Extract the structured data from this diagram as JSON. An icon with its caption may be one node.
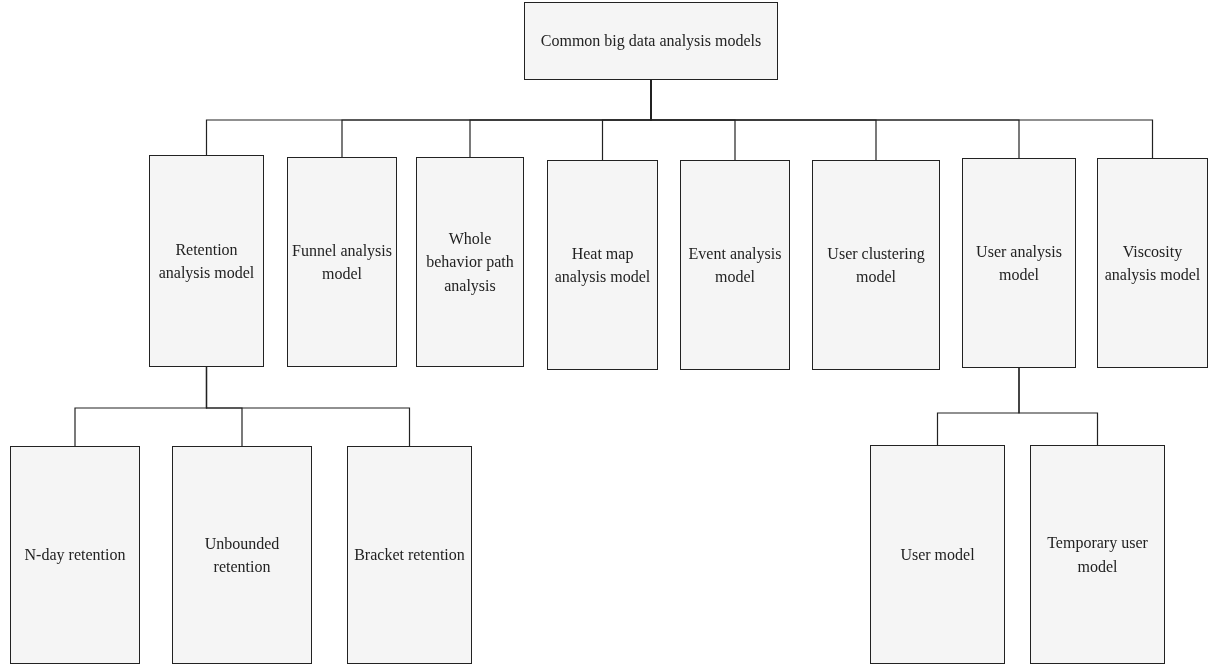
{
  "diagram": {
    "nodes": [
      {
        "text": [
          "Common big data analysis models"
        ]
      },
      {
        "text": [
          "Retention analysis model"
        ]
      },
      {
        "text": [
          "Funnel analysis model"
        ]
      },
      {
        "text": [
          "Whole behavior path analysis"
        ]
      },
      {
        "text": [
          "Heat map analysis model"
        ]
      },
      {
        "text": [
          "Event analysis model"
        ]
      },
      {
        "text": [
          "User clustering model"
        ]
      },
      {
        "text": [
          "User analysis model"
        ]
      },
      {
        "text": [
          "Viscosity analysis model"
        ]
      },
      {
        "text": [
          "N-day retention"
        ]
      },
      {
        "text": [
          "Unbounded retention"
        ]
      },
      {
        "text": [
          "Bracket retention"
        ]
      },
      {
        "text": [
          "User model"
        ]
      },
      {
        "text": [
          "Temporary user model"
        ]
      }
    ],
    "edges": [
      {
        "from": 0,
        "to": 1,
        "arrow": "none"
      },
      {
        "from": 0,
        "to": 2,
        "arrow": "none"
      },
      {
        "from": 0,
        "to": 3,
        "arrow": "none"
      },
      {
        "from": 0,
        "to": 4,
        "arrow": "none"
      },
      {
        "from": 0,
        "to": 5,
        "arrow": "none"
      },
      {
        "from": 0,
        "to": 6,
        "arrow": "none"
      },
      {
        "from": 0,
        "to": 7,
        "arrow": "none"
      },
      {
        "from": 0,
        "to": 8,
        "arrow": "none"
      },
      {
        "from": 1,
        "to": 9,
        "arrow": "none"
      },
      {
        "from": 1,
        "to": 10,
        "arrow": "none"
      },
      {
        "from": 1,
        "to": 11,
        "arrow": "none"
      },
      {
        "from": 7,
        "to": 12,
        "arrow": "none"
      },
      {
        "from": 7,
        "to": 13,
        "arrow": "none"
      }
    ]
  }
}
